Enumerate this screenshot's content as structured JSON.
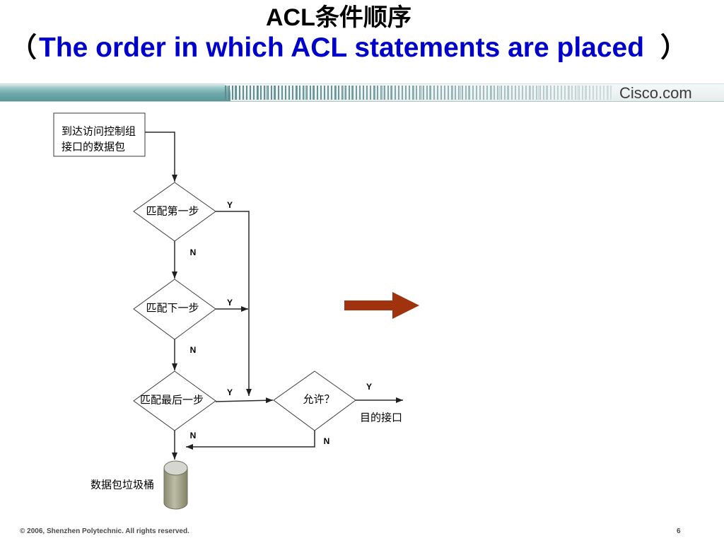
{
  "slide": {
    "title": "ACL条件顺序",
    "subtitle": {
      "open_paren": "（",
      "text": "The order in which ACL statements are placed",
      "close_paren": "）"
    },
    "colors": {
      "title": "#000000",
      "subtitle": "#0000CC",
      "arrow": "#A0320E",
      "banner_accent": "#5F9A9D"
    }
  },
  "banner": {
    "brand": "Cisco.com"
  },
  "flowchart": {
    "start_box": {
      "lines": [
        "到达访问控制组",
        "接口的数据包"
      ]
    },
    "decisions": [
      {
        "label": "匹配第一步",
        "yes": "Y",
        "no": "N"
      },
      {
        "label": "匹配下一步",
        "yes": "Y",
        "no": "N"
      },
      {
        "label": "匹配最后一步",
        "yes": "Y",
        "no": "N"
      },
      {
        "label": "允许？",
        "yes": "Y",
        "no": "N"
      }
    ],
    "destination_label": "目的接口",
    "bit_bucket_label": "数据包垃圾桶"
  },
  "footer": {
    "copyright": "© 2006, Shenzhen Polytechnic. All rights reserved.",
    "page_number": "6"
  }
}
